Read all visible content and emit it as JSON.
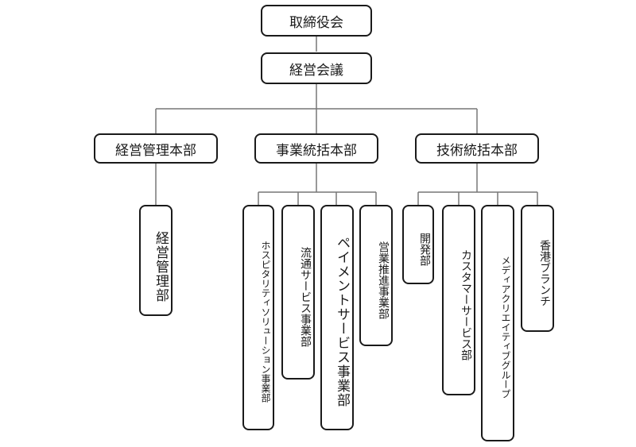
{
  "top": {
    "board": "取締役会",
    "council": "経営会議"
  },
  "divisions": [
    {
      "label": "経営管理本部",
      "units": [
        "経営管理部"
      ]
    },
    {
      "label": "事業統括本部",
      "units": [
        "ホスピタリティソリューション事業部",
        "流通サービス事業部",
        "ペイメントサービス事業部",
        "営業推進事業部"
      ]
    },
    {
      "label": "技術統括本部",
      "units": [
        "開発部",
        "カスタマーサービス部",
        "メディアクリエイティブグループ",
        "香港ブランチ"
      ]
    }
  ]
}
